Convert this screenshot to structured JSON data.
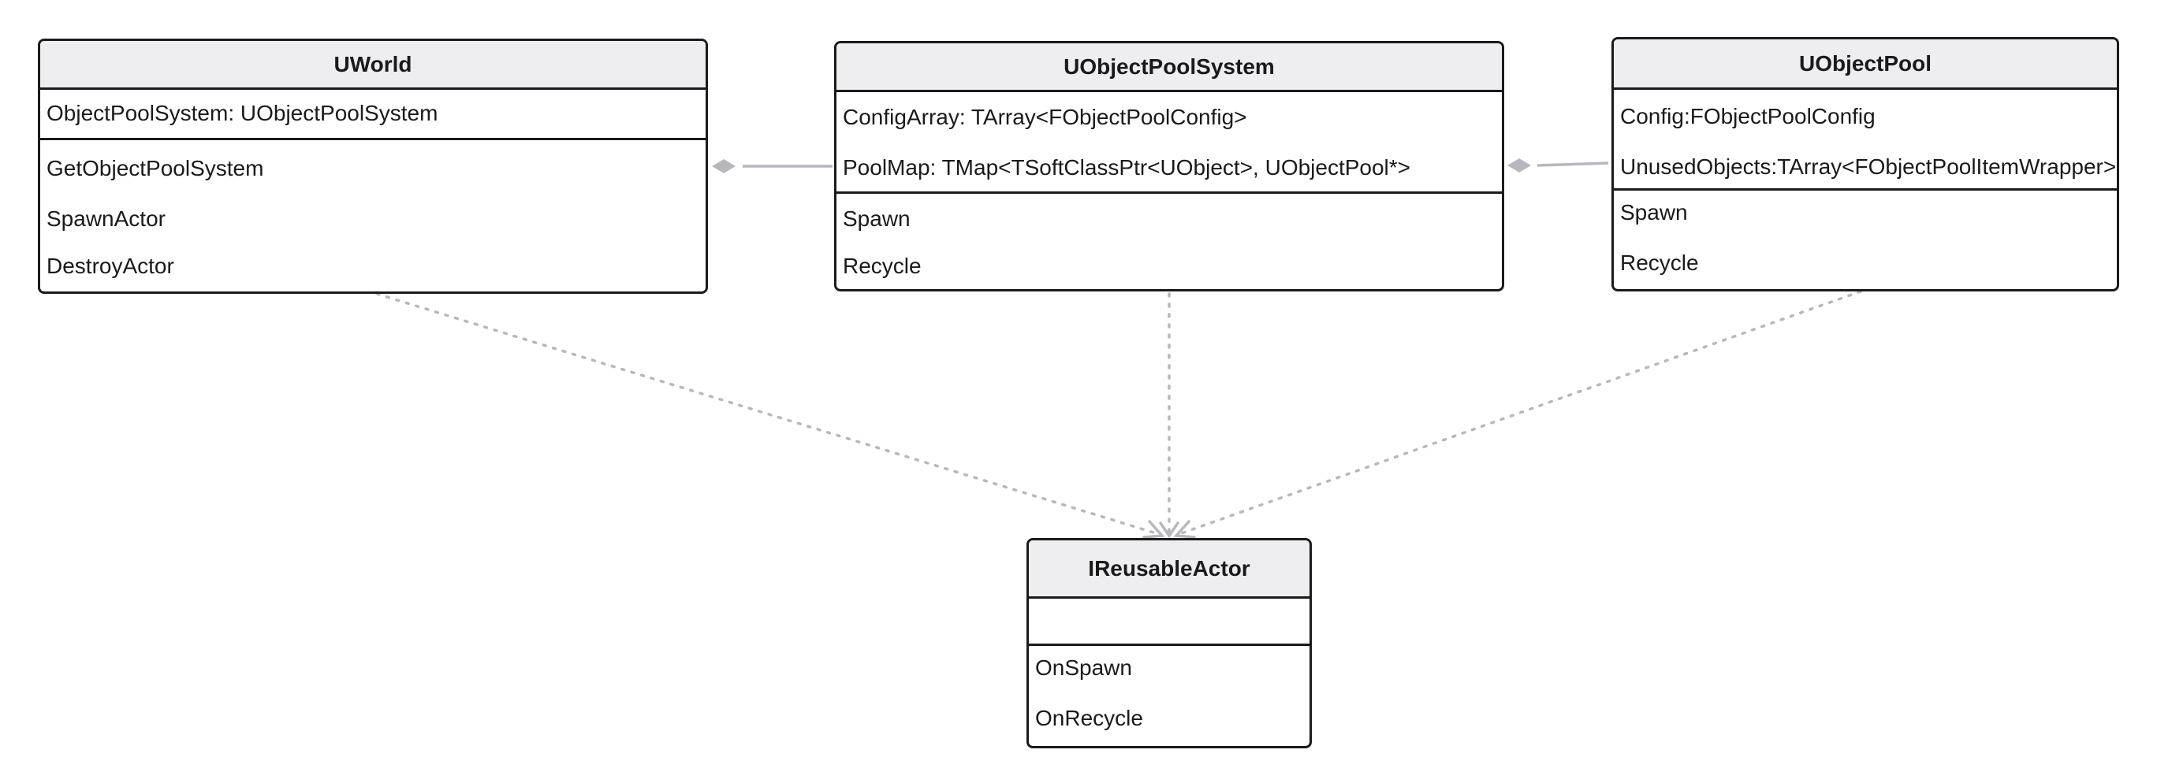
{
  "colors": {
    "box_border": "#1b1b1b",
    "header_fill": "#eeeef0",
    "connector": "#b8b8bc",
    "background": "#ffffff"
  },
  "classes": {
    "uworld": {
      "name": "UWorld",
      "attributes": [
        "ObjectPoolSystem: UObjectPoolSystem"
      ],
      "operations": [
        "GetObjectPoolSystem",
        "SpawnActor",
        "DestroyActor"
      ]
    },
    "uobjectpoolsystem": {
      "name": "UObjectPoolSystem",
      "attributes": [
        "ConfigArray: TArray<FObjectPoolConfig>",
        "PoolMap: TMap<TSoftClassPtr<UObject>, UObjectPool*>"
      ],
      "operations": [
        "Spawn",
        "Recycle"
      ]
    },
    "uobjectpool": {
      "name": "UObjectPool",
      "attributes": [
        "Config:FObjectPoolConfig",
        "UnusedObjects:TArray<FObjectPoolItemWrapper>"
      ],
      "operations": [
        "Spawn",
        "Recycle"
      ]
    },
    "ireusableactor": {
      "name": "IReusableActor",
      "attributes": [],
      "operations": [
        "OnSpawn",
        "OnRecycle"
      ]
    }
  },
  "relationships": [
    {
      "type": "composition",
      "whole": "UWorld",
      "part": "UObjectPoolSystem"
    },
    {
      "type": "composition",
      "whole": "UObjectPoolSystem",
      "part": "UObjectPool"
    },
    {
      "type": "dependency",
      "from": "UWorld",
      "to": "IReusableActor"
    },
    {
      "type": "dependency",
      "from": "UObjectPoolSystem",
      "to": "IReusableActor"
    },
    {
      "type": "dependency",
      "from": "UObjectPool",
      "to": "IReusableActor"
    }
  ]
}
